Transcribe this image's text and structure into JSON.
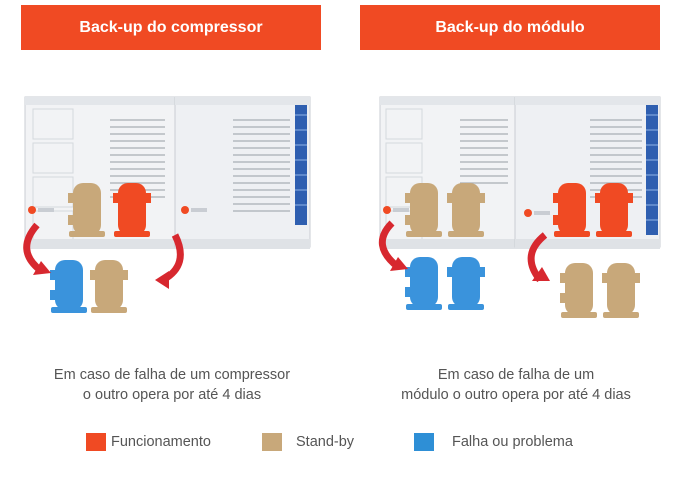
{
  "banners": {
    "left": "Back-up do  compressor",
    "right": "Back-up do módulo"
  },
  "captions": {
    "left_line1": "Em caso de falha de um compressor",
    "left_line2": "o outro opera por até 4 dias",
    "right_line1": "Em caso de falha de um",
    "right_line2": "módulo o outro opera por até 4 dias"
  },
  "legend": [
    {
      "label": "Funcionamento",
      "color": "#f04a23"
    },
    {
      "label": "Stand-by",
      "color": "#c8a87a"
    },
    {
      "label": "Falha ou problema",
      "color": "#2e8fd6"
    }
  ],
  "colors": {
    "unit_body": "#f2f3f5",
    "unit_edge": "#c9cdd3",
    "coil": "#2f5fb0",
    "arrow": "#d7282f",
    "running": "#f04a23",
    "standby": "#c8a87a",
    "fault": "#3a93dc"
  },
  "icons": [
    "condenser-unit-illustration",
    "compressor-icon",
    "curved-arrow-icon",
    "brand-logo-icon"
  ]
}
